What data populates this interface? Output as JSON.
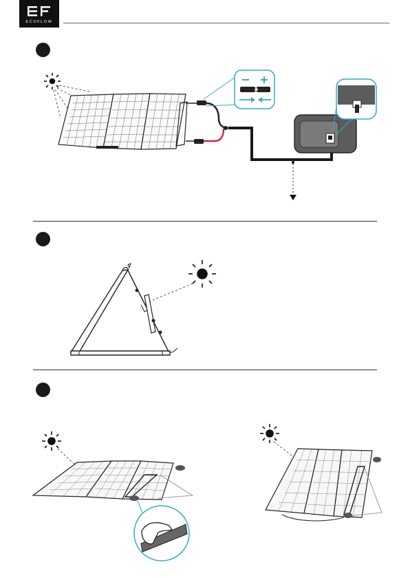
{
  "header": {
    "brand_logo": "ecoflow-logo",
    "brand_wordmark": "ECOFLOW"
  },
  "sections": [
    {
      "id": 1,
      "figure": "connection-diagram",
      "icons": [
        "sun-icon",
        "polarity-minus-icon",
        "polarity-plus-icon",
        "direction-arrow-icon"
      ]
    },
    {
      "id": 2,
      "figure": "angle-side-view",
      "icons": [
        "sun-icon",
        "right-angle-marker-icon"
      ]
    },
    {
      "id": 3,
      "figure": "kickstand-setup-views",
      "icons": [
        "sun-icon",
        "hand-icon"
      ]
    }
  ],
  "colors": {
    "accent_cyan": "#3aa7c4",
    "cable_red": "#d7263d",
    "ink": "#1a1a1a",
    "panel_grid": "#555555",
    "station_gray": "#5c5c5c"
  }
}
